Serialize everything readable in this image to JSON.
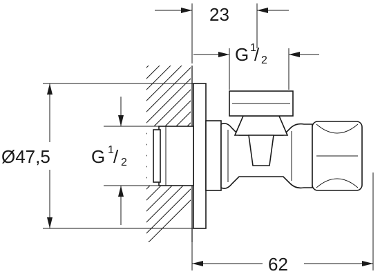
{
  "dimensions": {
    "top_width": "23",
    "overall_length": "62",
    "flange_diameter": "Ø47,5"
  },
  "threads": {
    "outlet": {
      "letter": "G",
      "numerator": "1",
      "slash": "/",
      "denominator": "2"
    },
    "inlet": {
      "letter": "G",
      "numerator": "1",
      "slash": "/",
      "denominator": "2"
    }
  },
  "colors": {
    "line": "#1a1a1a",
    "background": "#ffffff"
  }
}
